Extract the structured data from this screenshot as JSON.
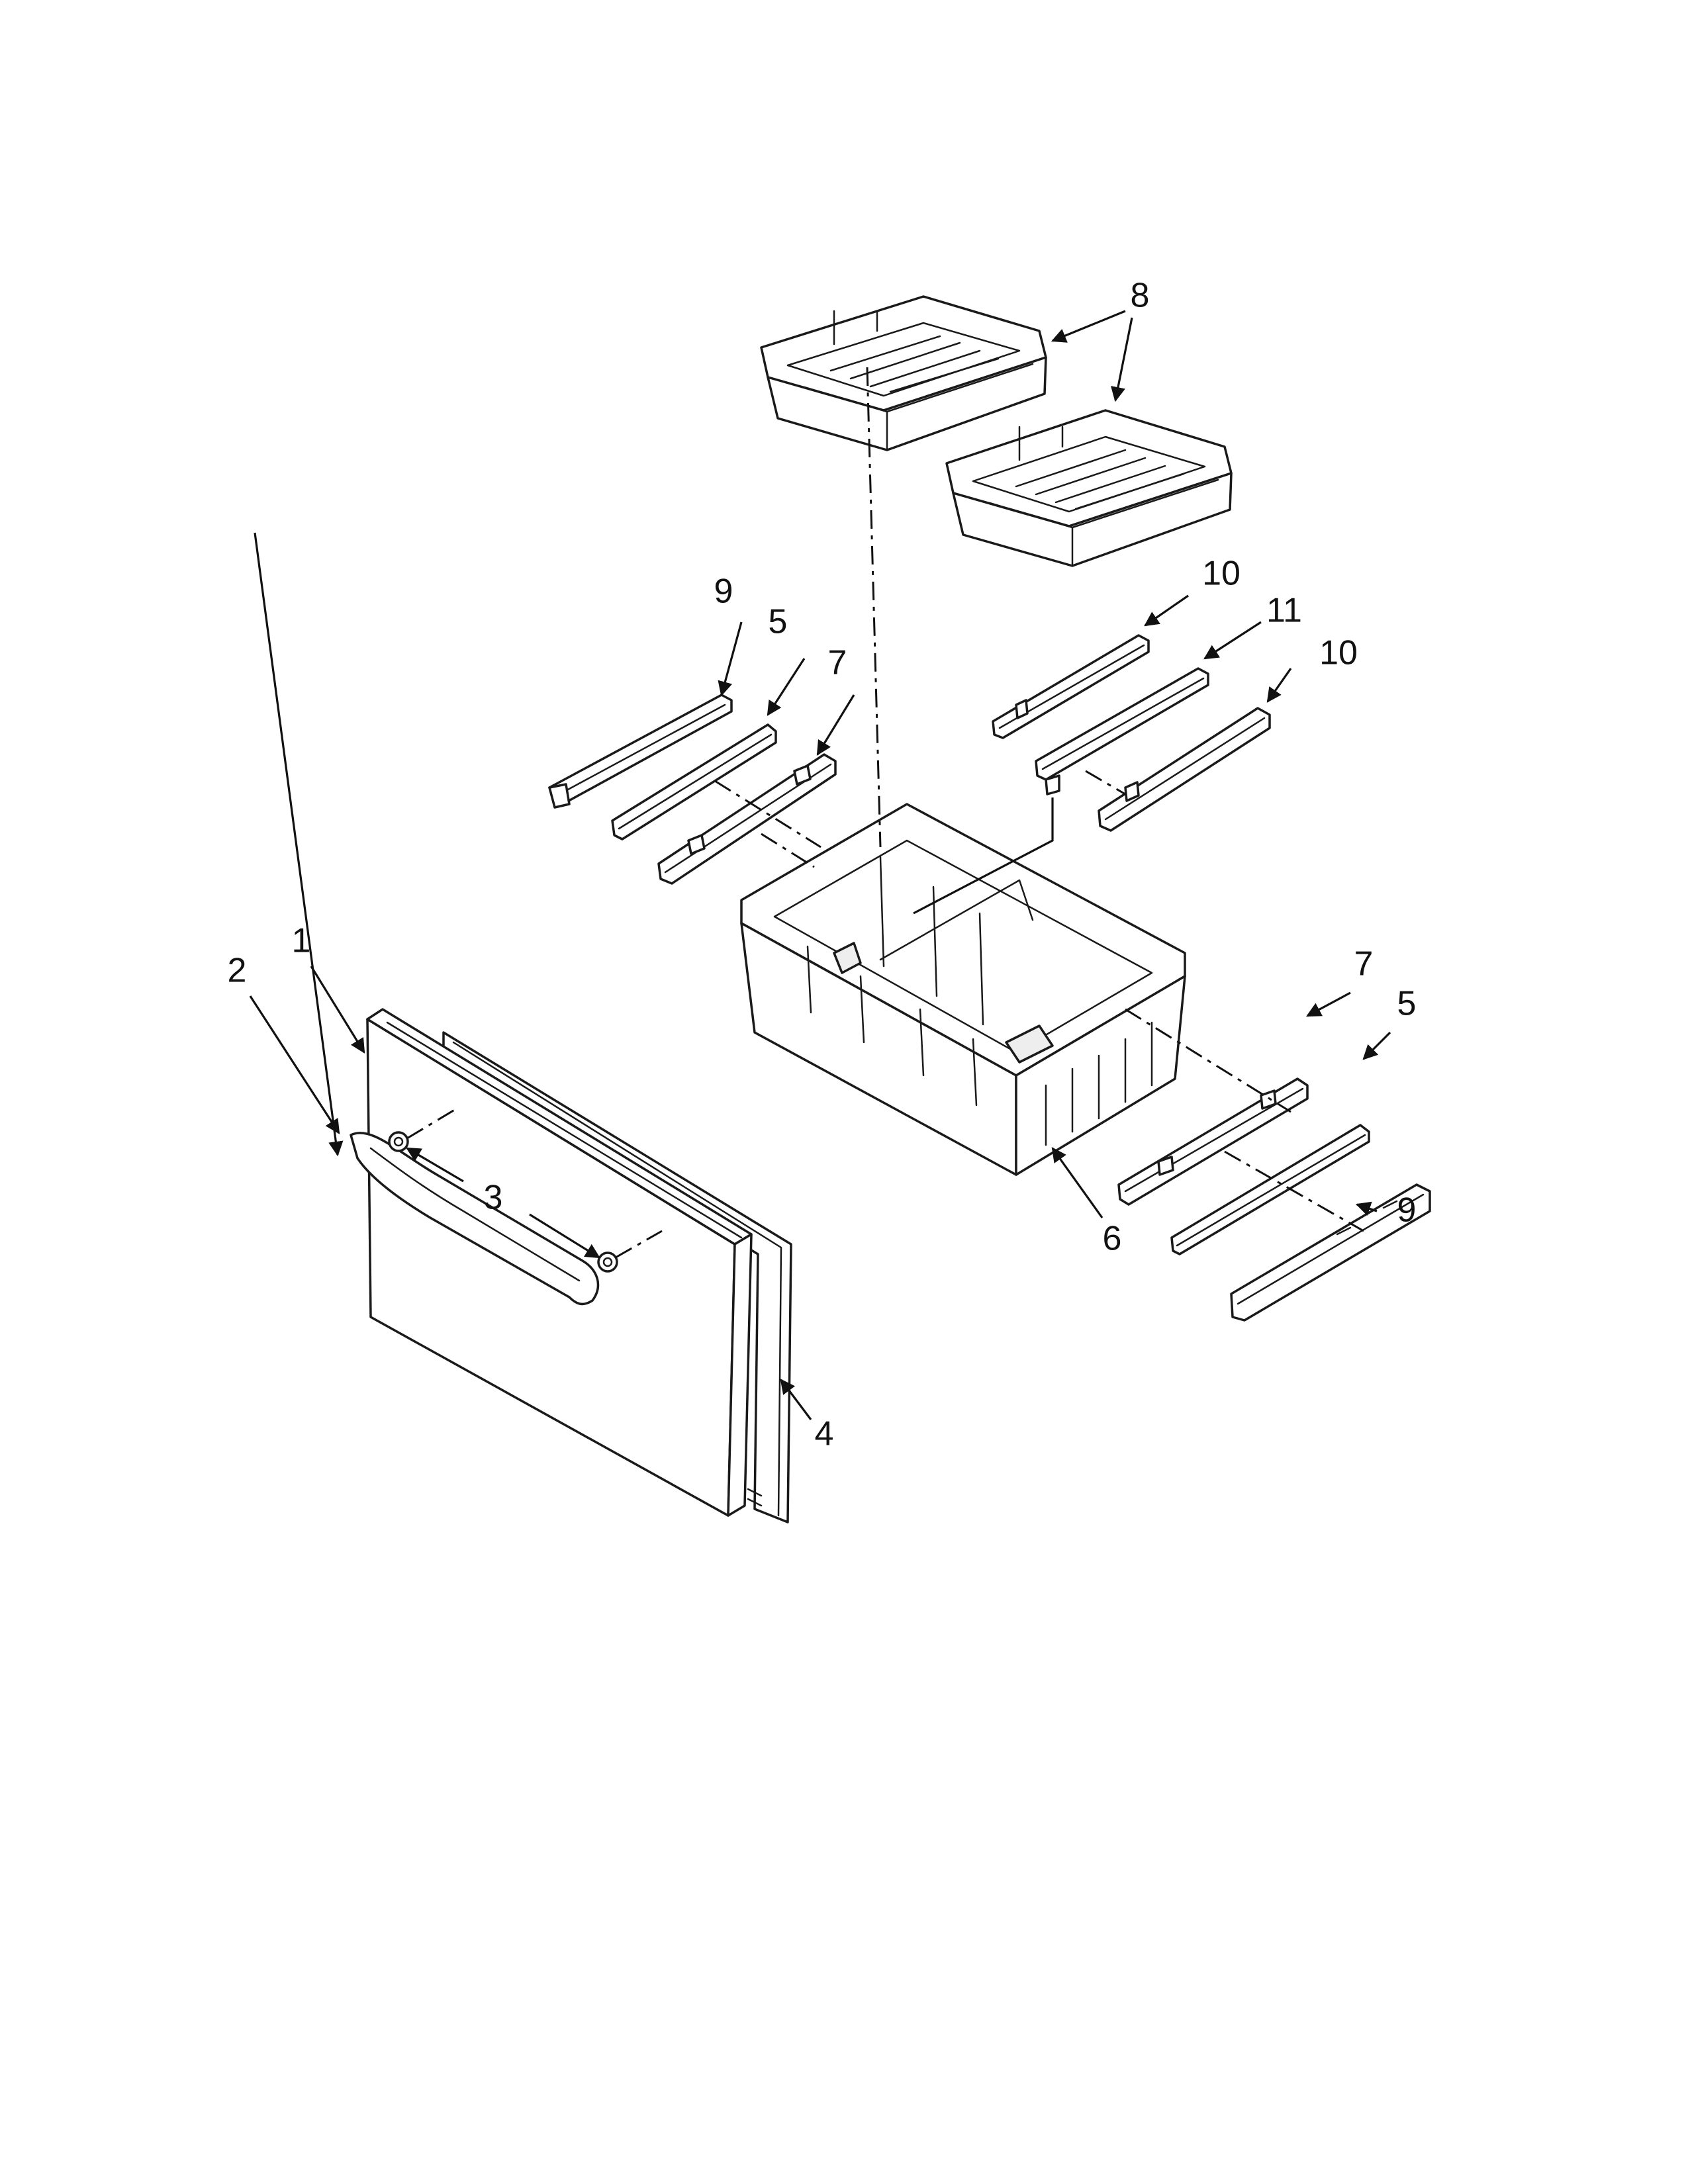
{
  "callouts": [
    {
      "id": "door",
      "label": "1"
    },
    {
      "id": "handle",
      "label": "2"
    },
    {
      "id": "handle-screw",
      "label": "3"
    },
    {
      "id": "gasket",
      "label": "4"
    },
    {
      "id": "slide-left",
      "label": "5"
    },
    {
      "id": "slide-right",
      "label": "5"
    },
    {
      "id": "freezer-basket",
      "label": "6"
    },
    {
      "id": "rail-left",
      "label": "7"
    },
    {
      "id": "rail-right",
      "label": "7"
    },
    {
      "id": "ice-bins",
      "label": "8"
    },
    {
      "id": "cover-left",
      "label": "9"
    },
    {
      "id": "cover-right",
      "label": "9"
    },
    {
      "id": "upper-rail-a",
      "label": "10"
    },
    {
      "id": "upper-rail-b",
      "label": "10"
    },
    {
      "id": "upper-slide",
      "label": "11"
    }
  ],
  "colors": {
    "line": "#1a1a1a",
    "background": "#ffffff"
  }
}
